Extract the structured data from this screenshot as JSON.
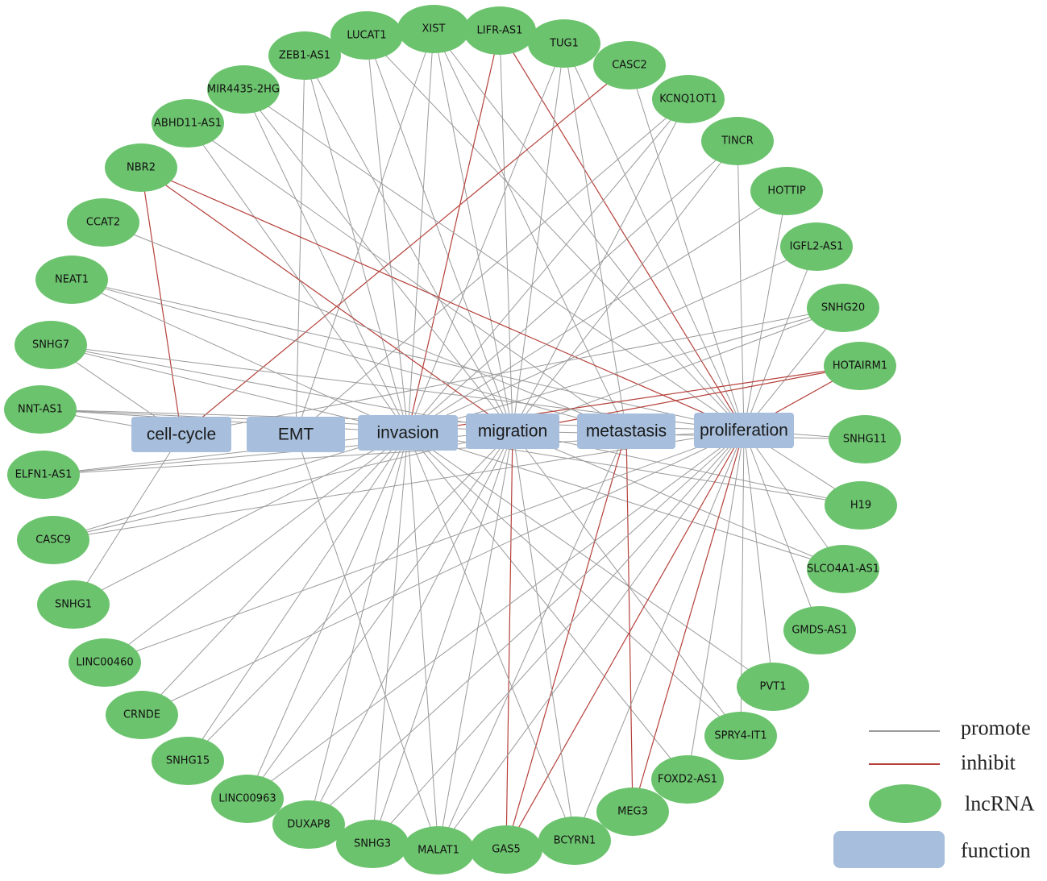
{
  "colors": {
    "lncrna_fill": "#6cc36e",
    "function_fill": "#a7bfdd",
    "promote_line": "#9a9a9a",
    "inhibit_line": "#b5403a"
  },
  "functions": [
    "cell-cycle",
    "EMT",
    "invasion",
    "migration",
    "metastasis",
    "proliferation"
  ],
  "lncrnas": [
    "LUCAT1",
    "XIST",
    "LIFR-AS1",
    "TUG1",
    "CASC2",
    "ZEB1-AS1",
    "MIR4435-2HG",
    "KCNQ1OT1",
    "ABHD11-AS1",
    "TINCR",
    "NBR2",
    "HOTTIP",
    "CCAT2",
    "IGFL2-AS1",
    "NEAT1",
    "SNHG20",
    "SNHG7",
    "HOTAIRM1",
    "NNT-AS1",
    "SNHG11",
    "ELFN1-AS1",
    "H19",
    "CASC9",
    "SLCO4A1-AS1",
    "SNHG1",
    "GMDS-AS1",
    "LINC00460",
    "PVT1",
    "CRNDE",
    "SPRY4-IT1",
    "SNHG15",
    "FOXD2-AS1",
    "LINC00963",
    "MEG3",
    "DUXAP8",
    "BCYRN1",
    "SNHG3",
    "GAS5",
    "MALAT1"
  ],
  "edges": [
    [
      "LUCAT1",
      "invasion",
      "promote"
    ],
    [
      "LUCAT1",
      "migration",
      "promote"
    ],
    [
      "LUCAT1",
      "proliferation",
      "promote"
    ],
    [
      "XIST",
      "invasion",
      "promote"
    ],
    [
      "XIST",
      "migration",
      "promote"
    ],
    [
      "XIST",
      "metastasis",
      "promote"
    ],
    [
      "XIST",
      "proliferation",
      "promote"
    ],
    [
      "XIST",
      "EMT",
      "promote"
    ],
    [
      "LIFR-AS1",
      "invasion",
      "inhibit"
    ],
    [
      "LIFR-AS1",
      "proliferation",
      "inhibit"
    ],
    [
      "LIFR-AS1",
      "migration",
      "promote"
    ],
    [
      "TUG1",
      "invasion",
      "promote"
    ],
    [
      "TUG1",
      "migration",
      "promote"
    ],
    [
      "TUG1",
      "proliferation",
      "promote"
    ],
    [
      "TUG1",
      "metastasis",
      "promote"
    ],
    [
      "CASC2",
      "cell-cycle",
      "inhibit"
    ],
    [
      "CASC2",
      "proliferation",
      "promote"
    ],
    [
      "ZEB1-AS1",
      "EMT",
      "promote"
    ],
    [
      "ZEB1-AS1",
      "invasion",
      "promote"
    ],
    [
      "ZEB1-AS1",
      "migration",
      "promote"
    ],
    [
      "MIR4435-2HG",
      "migration",
      "promote"
    ],
    [
      "MIR4435-2HG",
      "proliferation",
      "promote"
    ],
    [
      "MIR4435-2HG",
      "invasion",
      "promote"
    ],
    [
      "KCNQ1OT1",
      "invasion",
      "promote"
    ],
    [
      "KCNQ1OT1",
      "EMT",
      "promote"
    ],
    [
      "KCNQ1OT1",
      "migration",
      "promote"
    ],
    [
      "ABHD11-AS1",
      "invasion",
      "promote"
    ],
    [
      "ABHD11-AS1",
      "metastasis",
      "promote"
    ],
    [
      "TINCR",
      "invasion",
      "promote"
    ],
    [
      "TINCR",
      "proliferation",
      "promote"
    ],
    [
      "TINCR",
      "migration",
      "promote"
    ],
    [
      "NBR2",
      "cell-cycle",
      "inhibit"
    ],
    [
      "NBR2",
      "migration",
      "inhibit"
    ],
    [
      "NBR2",
      "proliferation",
      "inhibit"
    ],
    [
      "HOTTIP",
      "invasion",
      "promote"
    ],
    [
      "HOTTIP",
      "proliferation",
      "promote"
    ],
    [
      "IGFL2-AS1",
      "invasion",
      "promote"
    ],
    [
      "IGFL2-AS1",
      "proliferation",
      "promote"
    ],
    [
      "NEAT1",
      "metastasis",
      "promote"
    ],
    [
      "NEAT1",
      "invasion",
      "promote"
    ],
    [
      "NEAT1",
      "proliferation",
      "promote"
    ],
    [
      "SNHG20",
      "invasion",
      "promote"
    ],
    [
      "SNHG20",
      "migration",
      "promote"
    ],
    [
      "SNHG20",
      "cell-cycle",
      "promote"
    ],
    [
      "SNHG20",
      "proliferation",
      "promote"
    ],
    [
      "SNHG7",
      "migration",
      "promote"
    ],
    [
      "SNHG7",
      "proliferation",
      "promote"
    ],
    [
      "SNHG7",
      "cell-cycle",
      "promote"
    ],
    [
      "SNHG7",
      "invasion",
      "promote"
    ],
    [
      "HOTAIRM1",
      "invasion",
      "inhibit"
    ],
    [
      "HOTAIRM1",
      "migration",
      "inhibit"
    ],
    [
      "HOTAIRM1",
      "proliferation",
      "inhibit"
    ],
    [
      "NNT-AS1",
      "invasion",
      "promote"
    ],
    [
      "NNT-AS1",
      "migration",
      "promote"
    ],
    [
      "NNT-AS1",
      "cell-cycle",
      "promote"
    ],
    [
      "NNT-AS1",
      "proliferation",
      "promote"
    ],
    [
      "SNHG11",
      "proliferation",
      "promote"
    ],
    [
      "SNHG11",
      "migration",
      "promote"
    ],
    [
      "ELFN1-AS1",
      "proliferation",
      "promote"
    ],
    [
      "ELFN1-AS1",
      "invasion",
      "promote"
    ],
    [
      "ELFN1-AS1",
      "migration",
      "promote"
    ],
    [
      "H19",
      "invasion",
      "promote"
    ],
    [
      "H19",
      "migration",
      "promote"
    ],
    [
      "H19",
      "proliferation",
      "promote"
    ],
    [
      "CASC9",
      "migration",
      "promote"
    ],
    [
      "CASC9",
      "invasion",
      "promote"
    ],
    [
      "CASC9",
      "proliferation",
      "promote"
    ],
    [
      "SLCO4A1-AS1",
      "invasion",
      "promote"
    ],
    [
      "SLCO4A1-AS1",
      "migration",
      "promote"
    ],
    [
      "SLCO4A1-AS1",
      "proliferation",
      "promote"
    ],
    [
      "SNHG1",
      "invasion",
      "promote"
    ],
    [
      "SNHG1",
      "cell-cycle",
      "promote"
    ],
    [
      "GMDS-AS1",
      "proliferation",
      "promote"
    ],
    [
      "PVT1",
      "proliferation",
      "promote"
    ],
    [
      "PVT1",
      "invasion",
      "promote"
    ],
    [
      "SPRY4-IT1",
      "invasion",
      "promote"
    ],
    [
      "SPRY4-IT1",
      "proliferation",
      "promote"
    ],
    [
      "SPRY4-IT1",
      "migration",
      "promote"
    ],
    [
      "FOXD2-AS1",
      "invasion",
      "promote"
    ],
    [
      "FOXD2-AS1",
      "proliferation",
      "promote"
    ],
    [
      "MEG3",
      "metastasis",
      "inhibit"
    ],
    [
      "MEG3",
      "proliferation",
      "inhibit"
    ],
    [
      "GAS5",
      "migration",
      "inhibit"
    ],
    [
      "GAS5",
      "metastasis",
      "inhibit"
    ],
    [
      "GAS5",
      "proliferation",
      "inhibit"
    ],
    [
      "BCYRN1",
      "invasion",
      "promote"
    ],
    [
      "BCYRN1",
      "migration",
      "promote"
    ],
    [
      "BCYRN1",
      "proliferation",
      "promote"
    ],
    [
      "SNHG3",
      "invasion",
      "promote"
    ],
    [
      "SNHG3",
      "migration",
      "promote"
    ],
    [
      "SNHG3",
      "proliferation",
      "promote"
    ],
    [
      "MALAT1",
      "invasion",
      "promote"
    ],
    [
      "MALAT1",
      "migration",
      "promote"
    ],
    [
      "MALAT1",
      "metastasis",
      "promote"
    ],
    [
      "MALAT1",
      "proliferation",
      "promote"
    ],
    [
      "MALAT1",
      "EMT",
      "promote"
    ],
    [
      "DUXAP8",
      "invasion",
      "promote"
    ],
    [
      "DUXAP8",
      "proliferation",
      "promote"
    ],
    [
      "DUXAP8",
      "migration",
      "promote"
    ],
    [
      "LINC00963",
      "invasion",
      "promote"
    ],
    [
      "LINC00963",
      "migration",
      "promote"
    ],
    [
      "LINC00963",
      "proliferation",
      "promote"
    ],
    [
      "SNHG15",
      "invasion",
      "promote"
    ],
    [
      "SNHG15",
      "migration",
      "promote"
    ],
    [
      "CRNDE",
      "proliferation",
      "promote"
    ],
    [
      "CRNDE",
      "invasion",
      "promote"
    ],
    [
      "LINC00460",
      "invasion",
      "promote"
    ],
    [
      "LINC00460",
      "proliferation",
      "promote"
    ],
    [
      "CCAT2",
      "metastasis",
      "promote"
    ]
  ],
  "legend": {
    "promote": "promote",
    "inhibit": "inhibit",
    "lncrna": "lncRNA",
    "function": "function"
  }
}
